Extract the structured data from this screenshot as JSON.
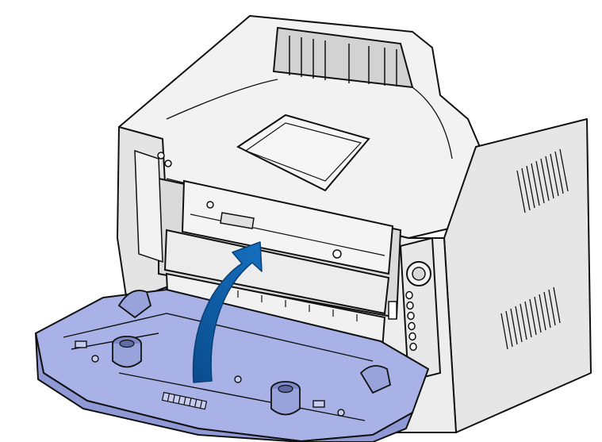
{
  "figure": {
    "subject": "laser-printer-front-cover-close",
    "colors": {
      "outline": "#111111",
      "body_light": "#f2f2f2",
      "body_mid": "#e3e3e3",
      "body_shade": "#cfcfcf",
      "interior_dark": "#c7c7c7",
      "cover_blue": "#a8b2e6",
      "cover_blue_dark": "#8e99d6",
      "cover_blue_shadow": "#7d88c8",
      "arrow_fill": "#0c5fa8",
      "arrow_edge": "#0a3f73"
    },
    "arrow": {
      "meaning": "close-front-cover",
      "direction": "up"
    }
  }
}
